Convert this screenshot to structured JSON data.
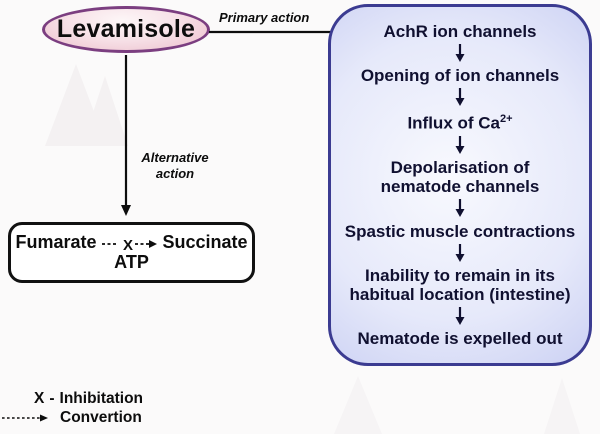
{
  "nodes": {
    "levamisole": "Levamisole"
  },
  "labels": {
    "primary_action": "Primary action",
    "alternative_action": "Alternative action"
  },
  "metabolism": {
    "substrate": "Fumarate",
    "inhibitor_symbol": "X",
    "product": "Succinate",
    "byproduct": "ATP"
  },
  "flowchart": {
    "steps": [
      {
        "line1": "AchR ion channels"
      },
      {
        "line1": "Opening of ion channels"
      },
      {
        "line1": "Influx of Ca",
        "sup": "2+"
      },
      {
        "line1": "Depolarisation of",
        "line2": "nematode channels"
      },
      {
        "line1": "Spastic muscle contractions"
      },
      {
        "line1": "Inability to remain in its",
        "line2": "habitual location (intestine)"
      },
      {
        "line1": "Nematode is expelled out"
      }
    ]
  },
  "icons": {
    "down_arrow": "↓",
    "right_arrow": "→",
    "dashed_arrow": "⇢"
  },
  "legend": {
    "inhibition": {
      "symbol": "X",
      "separator": "-",
      "label": "Inhibitation"
    },
    "conversion": {
      "label": "Convertion"
    }
  },
  "colors": {
    "ellipse_fill": "#efc8d3",
    "ellipse_border": "#7b3e80",
    "pathway_fill": "#a5abe5",
    "pathway_border": "#3b3b91",
    "pathway_text": "#101030",
    "text": "#0d0d0d"
  }
}
